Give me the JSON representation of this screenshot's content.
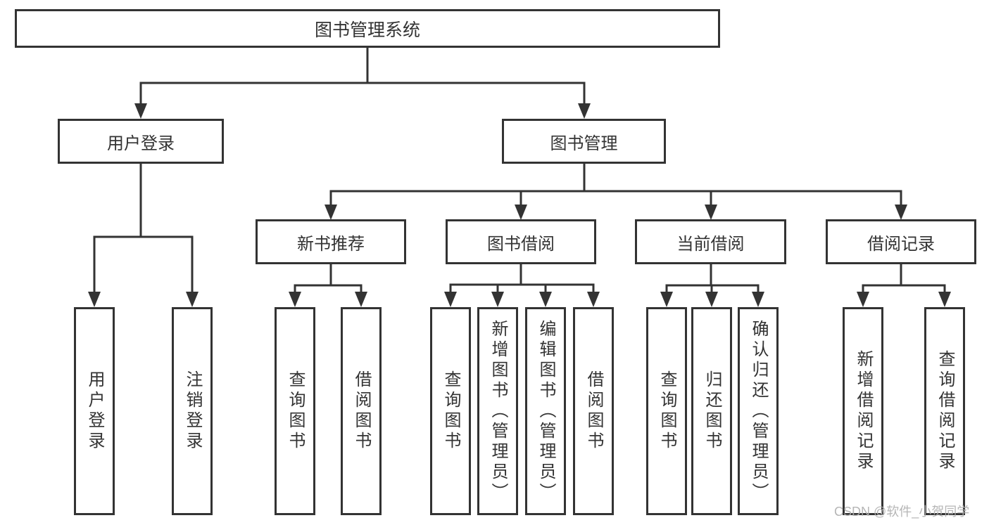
{
  "diagram": {
    "title": "图书管理系统",
    "level1": [
      {
        "label": "用户登录"
      },
      {
        "label": "图书管理"
      }
    ],
    "level2": [
      {
        "label": "新书推荐",
        "parent": "图书管理"
      },
      {
        "label": "图书借阅",
        "parent": "图书管理"
      },
      {
        "label": "当前借阅",
        "parent": "图书管理"
      },
      {
        "label": "借阅记录",
        "parent": "图书管理"
      }
    ],
    "leaves": [
      {
        "label": "用户登录",
        "parent": "用户登录"
      },
      {
        "label": "注销登录",
        "parent": "用户登录"
      },
      {
        "label": "查询图书",
        "parent": "新书推荐"
      },
      {
        "label": "借阅图书",
        "parent": "新书推荐"
      },
      {
        "label": "查询图书",
        "parent": "图书借阅"
      },
      {
        "label": "新增图书（管理员）",
        "parent": "图书借阅"
      },
      {
        "label": "编辑图书（管理员）",
        "parent": "图书借阅"
      },
      {
        "label": "借阅图书",
        "parent": "图书借阅"
      },
      {
        "label": "查询图书",
        "parent": "当前借阅"
      },
      {
        "label": "归还图书",
        "parent": "当前借阅"
      },
      {
        "label": "确认归还（管理员）",
        "parent": "当前借阅"
      },
      {
        "label": "新增借阅记录",
        "parent": "借阅记录"
      },
      {
        "label": "查询借阅记录",
        "parent": "借阅记录"
      }
    ]
  },
  "watermark": "CSDN @软件_小贺同学",
  "colors": {
    "line": "#333333",
    "text": "#333333",
    "background": "#ffffff",
    "watermark": "#b0b0b0"
  }
}
